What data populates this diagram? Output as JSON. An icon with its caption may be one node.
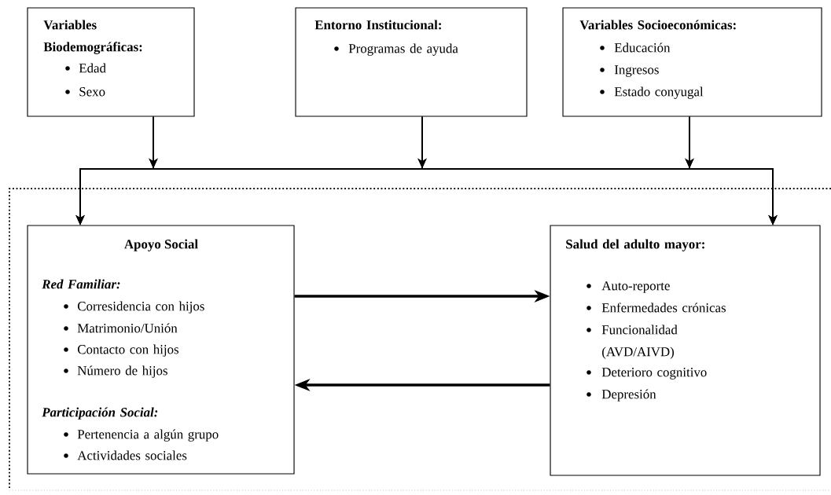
{
  "diagram": {
    "nodes": [
      {
        "text": [
          "Variables Biodemográficas:",
          "Edad",
          "Sexo"
        ]
      },
      {
        "text": [
          "Entorno Institucional:",
          "Programas de ayuda"
        ]
      },
      {
        "text": [
          "Variables Socioeconómicas:",
          "Educación",
          "Ingresos",
          "Estado conyugal"
        ]
      },
      {
        "text": [],
        "shape": "box"
      },
      {
        "text": [
          "Apoyo Social",
          "Red Familiar:",
          "Corresidencia con hijos",
          "Matrimonio/Unión",
          "Contacto con hijos",
          "Número de hijos",
          "Participación Social:",
          "Pertenencia a algún grupo",
          "Actividades sociales"
        ],
        "in": 3
      },
      {
        "text": [
          "Salud del adulto mayor:",
          "Auto-reporte",
          "Enfermedades crónicas",
          "Funcionalidad (AVD/AIVD)",
          "Deterioro cognitivo",
          "Depresión"
        ],
        "in": 3
      }
    ],
    "edges": [
      {
        "from": 0,
        "to": 4,
        "arrow": "to"
      },
      {
        "from": 0,
        "to": 5,
        "arrow": "to"
      },
      {
        "from": 1,
        "to": 4,
        "arrow": "to"
      },
      {
        "from": 1,
        "to": 5,
        "arrow": "to"
      },
      {
        "from": 2,
        "to": 4,
        "arrow": "to"
      },
      {
        "from": 2,
        "to": 5,
        "arrow": "to"
      },
      {
        "from": 4,
        "to": 5,
        "arrow": "to",
        "style": "thick"
      },
      {
        "from": 5,
        "to": 4,
        "arrow": "to",
        "style": "thick"
      }
    ]
  }
}
